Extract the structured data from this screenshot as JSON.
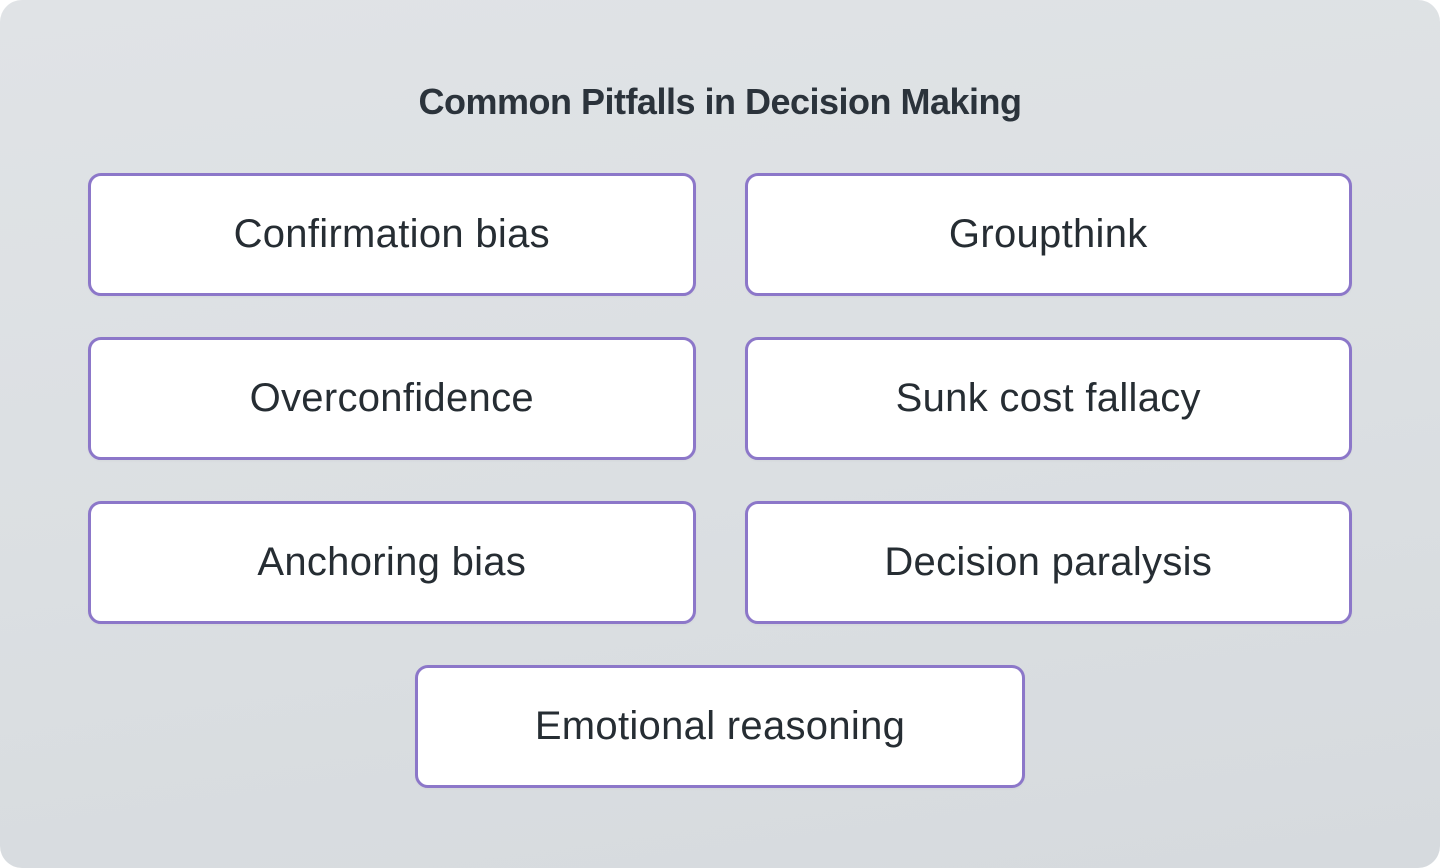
{
  "board": {
    "title": "Common Pitfalls in Decision Making",
    "pitfalls": [
      {
        "label": "Confirmation bias"
      },
      {
        "label": "Groupthink"
      },
      {
        "label": "Overconfidence"
      },
      {
        "label": "Sunk cost fallacy"
      },
      {
        "label": "Anchoring bias"
      },
      {
        "label": "Decision paralysis"
      },
      {
        "label": "Emotional reasoning"
      }
    ]
  },
  "colors": {
    "background_top": "#e0e3e6",
    "background_bottom": "#d6dade",
    "card_background": "#ffffff",
    "card_border": "#8c77c9",
    "title_text": "#2b333b",
    "card_text": "#262d33"
  }
}
